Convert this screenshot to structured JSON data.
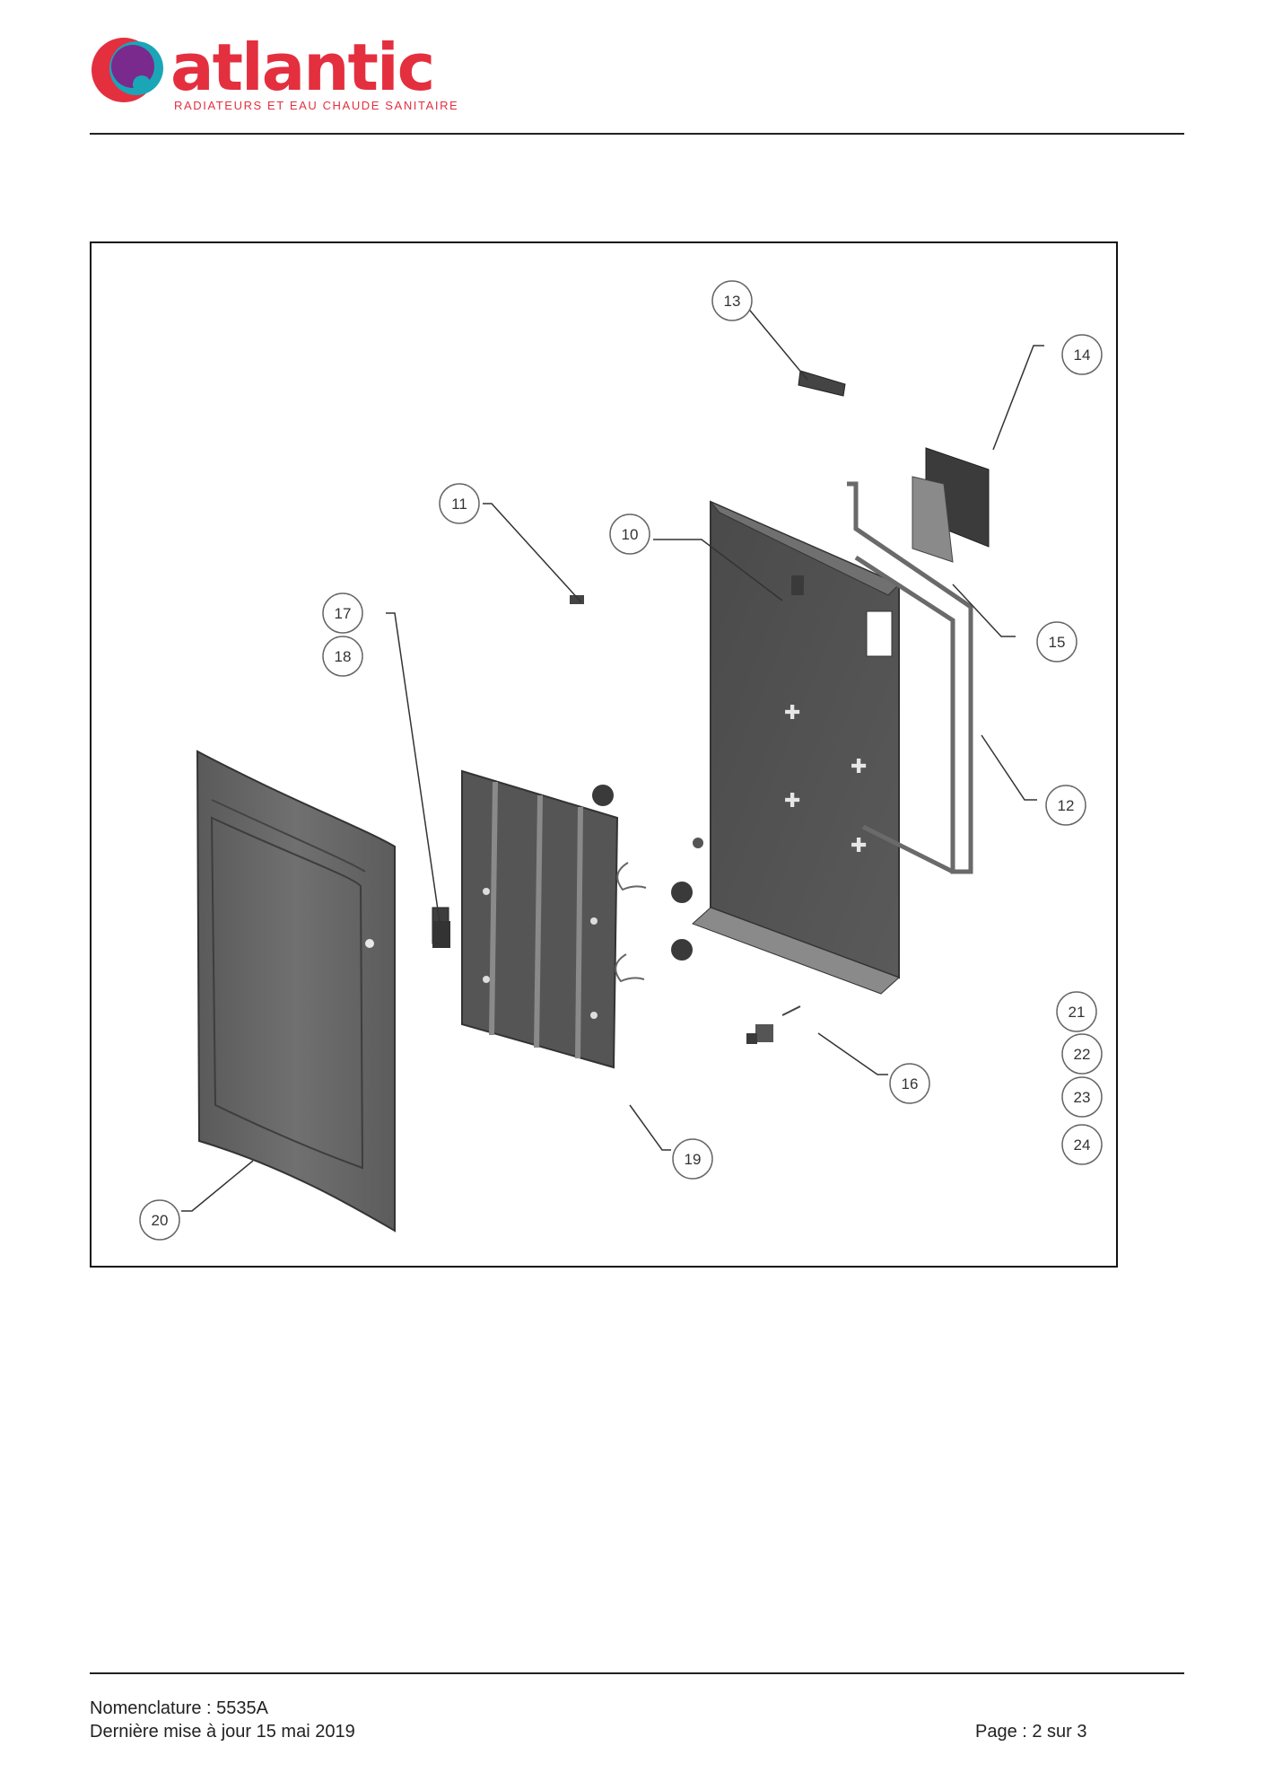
{
  "brand": {
    "name": "atlantic",
    "tagline": "RADIATEURS ET EAU CHAUDE SANITAIRE",
    "primary_color": "#e42f3f",
    "logo_colors": [
      "#e42f3f",
      "#7a2a8c",
      "#1aa6b7"
    ]
  },
  "diagram": {
    "callouts": [
      "13",
      "14",
      "11",
      "10",
      "15",
      "17",
      "18",
      "12",
      "21",
      "22",
      "23",
      "24",
      "16",
      "19",
      "20"
    ]
  },
  "footer": {
    "nomenclature": "Nomenclature : 5535A",
    "updated": "Dernière mise à jour 15 mai 2019",
    "page": "Page : 2 sur 3"
  }
}
